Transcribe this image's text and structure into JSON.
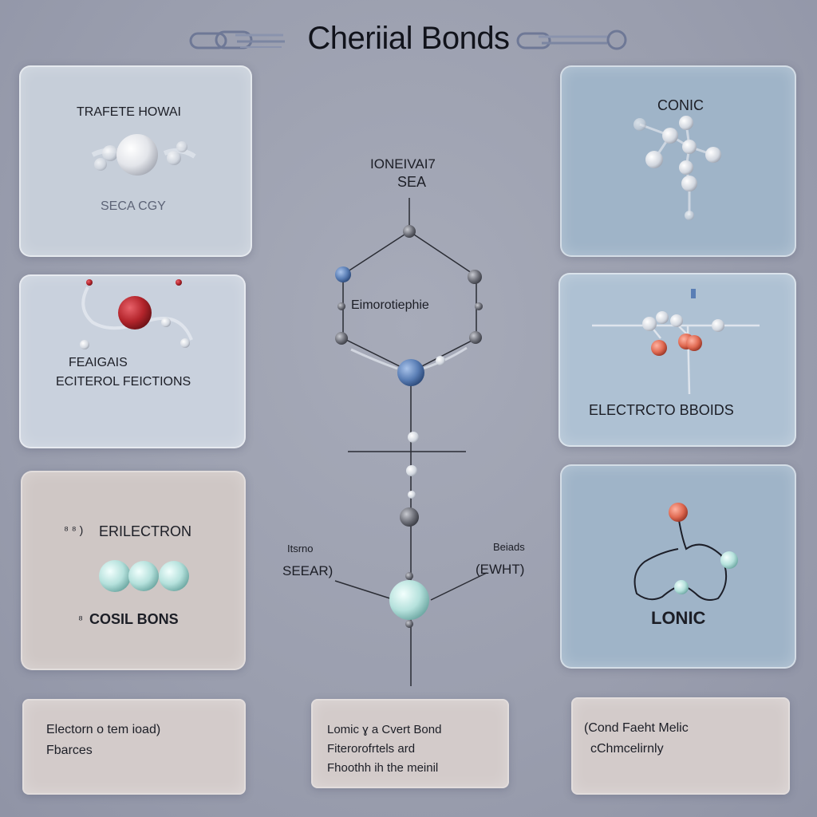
{
  "title": "Cheriial Bonds",
  "cards": {
    "top_left": {
      "line1": "TRAFETE HOWAI",
      "line2": "SECA CGY"
    },
    "mid_left": {
      "line1": "FEAIGAIS",
      "line2": "ECITEROL FEICTIONS"
    },
    "bottom_left": {
      "line1": "ERILECTRON",
      "prefix": "⁸ ⁸ )",
      "line2": "COSIL BONS",
      "line2_prefix": "⁸"
    },
    "top_right": {
      "line1": "CONIC"
    },
    "mid_right": {
      "line1": "ELECTRCTO BBOIDS"
    },
    "bottom_right": {
      "line1": "LONIC"
    }
  },
  "center": {
    "top_label1": "IONEIVAI7",
    "top_label2": "SEA",
    "ring_label": "Eimorotiephie",
    "left_small": "Itsrno",
    "left_big": "SEEAR)",
    "right_small": "Beiads",
    "right_big": "(EWHT)"
  },
  "notes": {
    "left": {
      "line1": "Electorn o tem ioad)",
      "line2": "Fbarces"
    },
    "middle": {
      "line1": "Lomic ɣ a Cvert Bond",
      "line2": "Fiterorofrtels ard",
      "line3": "Fhoothh ih the meinil"
    },
    "right": {
      "line1": "(Cond Faeht Melic",
      "line2": "cChmcelirnly"
    }
  },
  "colors": {
    "red_atom": "#b3242b",
    "blue_atom": "#5a7eb5",
    "grey_atom": "#6d6f78",
    "orange_atom": "#e06a52",
    "teal_atom": "#a8d8d4",
    "white_atom": "#eef0f2"
  }
}
